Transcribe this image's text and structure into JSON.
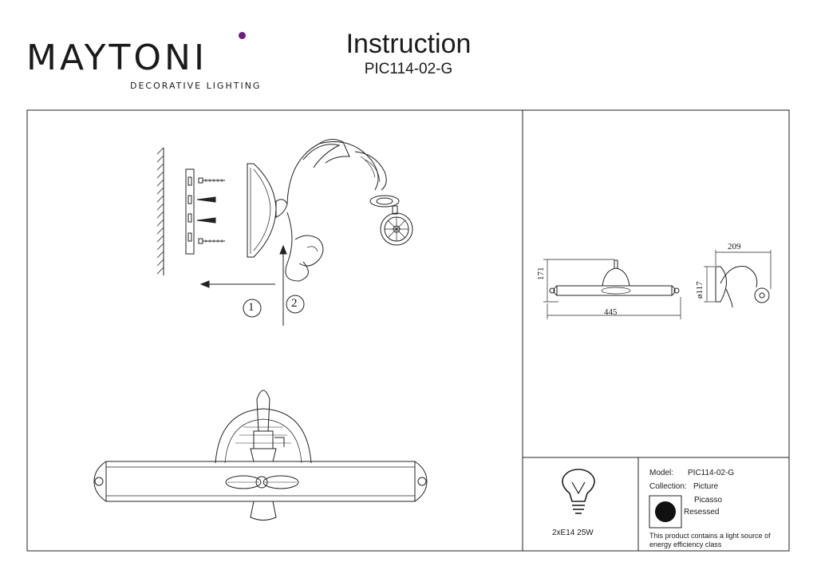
{
  "brand": {
    "name": "MAYTONI",
    "tagline": "DECORATIVE LIGHTING",
    "accent_color": "#6b1f7a"
  },
  "header": {
    "title": "Instruction",
    "model": "PIC114-02-G"
  },
  "steps": {
    "step1": "1",
    "step2": "2"
  },
  "dimensions": {
    "height": "171",
    "width": "445",
    "depth": "209",
    "diameter": "ø117"
  },
  "bulb": {
    "icon": "light-bulb-icon",
    "spec": "2xE14 25W"
  },
  "specs": {
    "model_label": "Model:",
    "model_value": "PIC114-02-G",
    "collection_label": "Collection:",
    "collection_value": "Picture",
    "collection_name": "Picasso",
    "mount_type": "Resessed",
    "energy_note_line1": "This product contains a light source of",
    "energy_note_line2": "energy efficiency class"
  }
}
